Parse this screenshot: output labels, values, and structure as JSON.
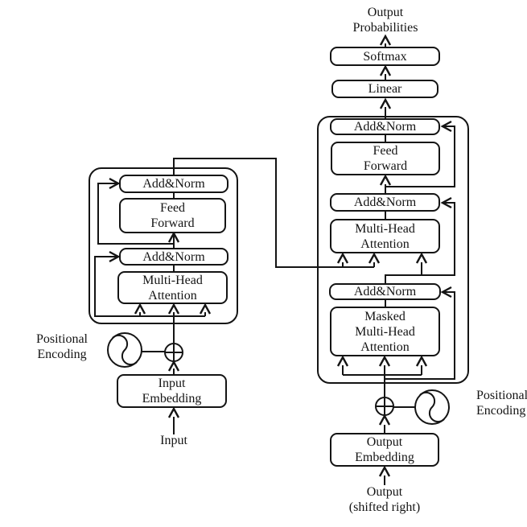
{
  "title": "Transformer encoder-decoder architecture diagram",
  "colors": {
    "line": "#141414",
    "background": "#ffffff"
  },
  "output_head": {
    "probabilities": [
      "Output",
      "Probabilities"
    ],
    "softmax": "Softmax",
    "linear": "Linear"
  },
  "encoder": {
    "add_norm_top": "Add&Norm",
    "feed_forward": [
      "Feed",
      "Forward"
    ],
    "add_norm_bottom": "Add&Norm",
    "attention": [
      "Multi-Head",
      "Attention"
    ],
    "embedding": [
      "Input",
      "Embedding"
    ],
    "input_label": "Input",
    "positional_encoding": [
      "Positional",
      "Encoding"
    ]
  },
  "decoder": {
    "add_norm_top": "Add&Norm",
    "feed_forward": [
      "Feed",
      "Forward"
    ],
    "add_norm_mid": "Add&Norm",
    "attention": [
      "Multi-Head",
      "Attention"
    ],
    "add_norm_bottom": "Add&Norm",
    "masked_attention": [
      "Masked",
      "Multi-Head",
      "Attention"
    ],
    "embedding": [
      "Output",
      "Embedding"
    ],
    "output_label": [
      "Output",
      "(shifted right)"
    ],
    "positional_encoding": [
      "Positional",
      "Encoding"
    ]
  }
}
